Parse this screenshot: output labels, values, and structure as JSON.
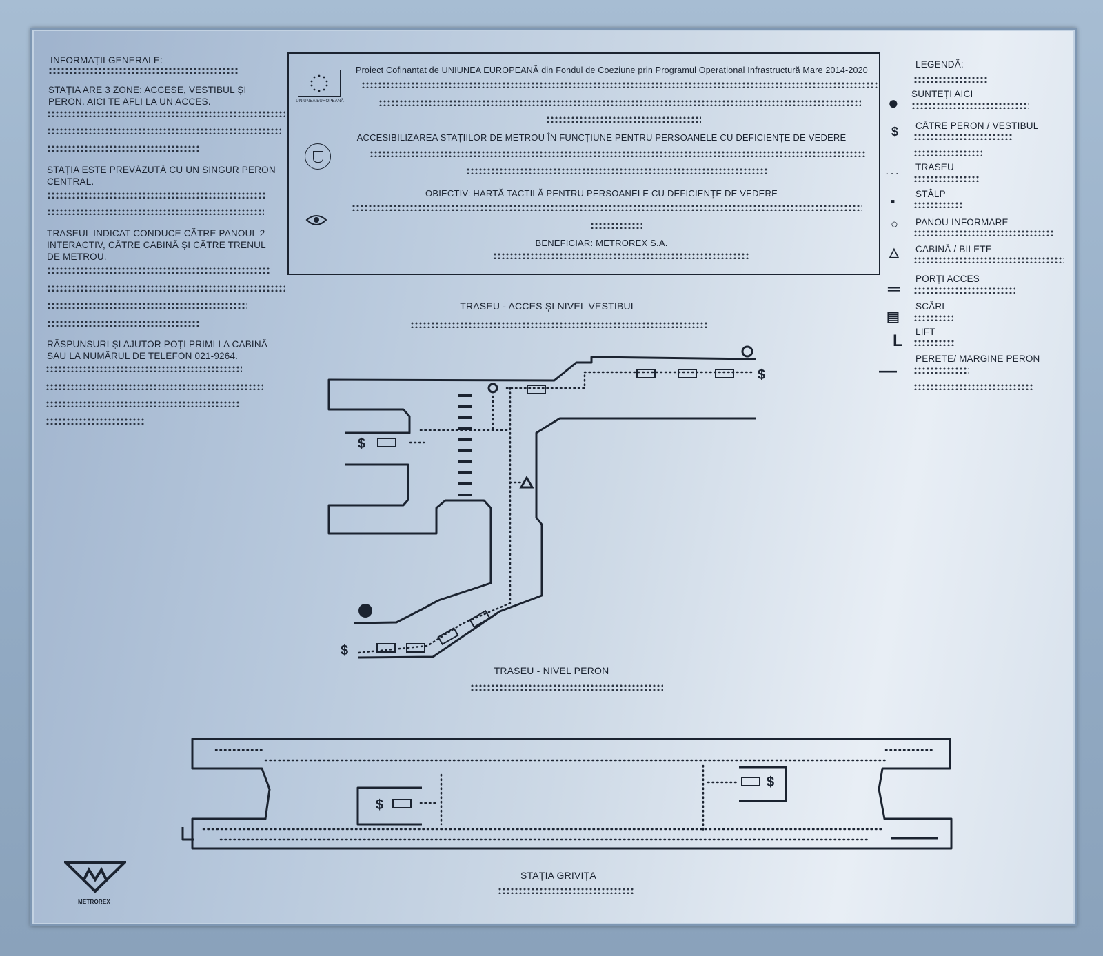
{
  "general": {
    "title": "INFORMAȚII GENERALE:",
    "p1": "STAȚIA ARE 3 ZONE: ACCESE, VESTIBUL ȘI PERON. AICI TE AFLI LA UN ACCES.",
    "p2": "STAȚIA ESTE PREVĂZUTĂ CU UN SINGUR PERON CENTRAL.",
    "p3": "TRASEUL INDICAT CONDUCE CĂTRE PANOUL 2 INTERACTIV, CĂTRE CABINĂ  ȘI CĂTRE TRENUL DE METROU.",
    "p4": "RĂSPUNSURI ȘI AJUTOR POȚI PRIMI LA CABINĂ SAU LA NUMĂRUL DE TELEFON 021-9264."
  },
  "project": {
    "title": "Proiect Cofinanțat de UNIUNEA EUROPEANĂ din Fondul de Coeziune prin Programul Operațional Infrastructură Mare 2014-2020",
    "eu_label": "UNIUNEA EUROPEANĂ",
    "heading": "ACCESIBILIZAREA STAȚIILOR DE METROU ÎN FUNCȚIUNE PENTRU PERSOANELE CU DEFICIENȚE DE VEDERE",
    "objective": "OBIECTIV: HARTĂ TACTILĂ PENTRU PERSOANELE CU DEFICIENȚE DE VEDERE",
    "beneficiary": "BENEFICIAR: METROREX S.A."
  },
  "legend": {
    "title": "LEGENDĂ:",
    "items": [
      {
        "symbol": "●",
        "label": "SUNTEȚI AICI"
      },
      {
        "symbol": "$",
        "label": "CĂTRE PERON / VESTIBUL"
      },
      {
        "symbol": "· · ·",
        "label": "TRASEU"
      },
      {
        "symbol": "▪",
        "label": "STÂLP"
      },
      {
        "symbol": "○",
        "label": "PANOU  INFORMARE"
      },
      {
        "symbol": "△",
        "label": "CABINĂ / BILETE"
      },
      {
        "symbol": "═",
        "label": "PORȚI ACCES"
      },
      {
        "symbol": "▤",
        "label": "SCĂRI"
      },
      {
        "symbol": "L",
        "label": "LIFT"
      },
      {
        "symbol": "—",
        "label": "PERETE/ MARGINE PERON"
      }
    ]
  },
  "map": {
    "vestibule_title": "TRASEU - ACCES ȘI NIVEL VESTIBUL",
    "platform_title": "TRASEU - NIVEL PERON",
    "station_name": "STAȚIA GRIVIȚA",
    "logo_label": "METROREX"
  },
  "colors": {
    "ink": "#1b2330",
    "plate": "#c6d3e2"
  }
}
